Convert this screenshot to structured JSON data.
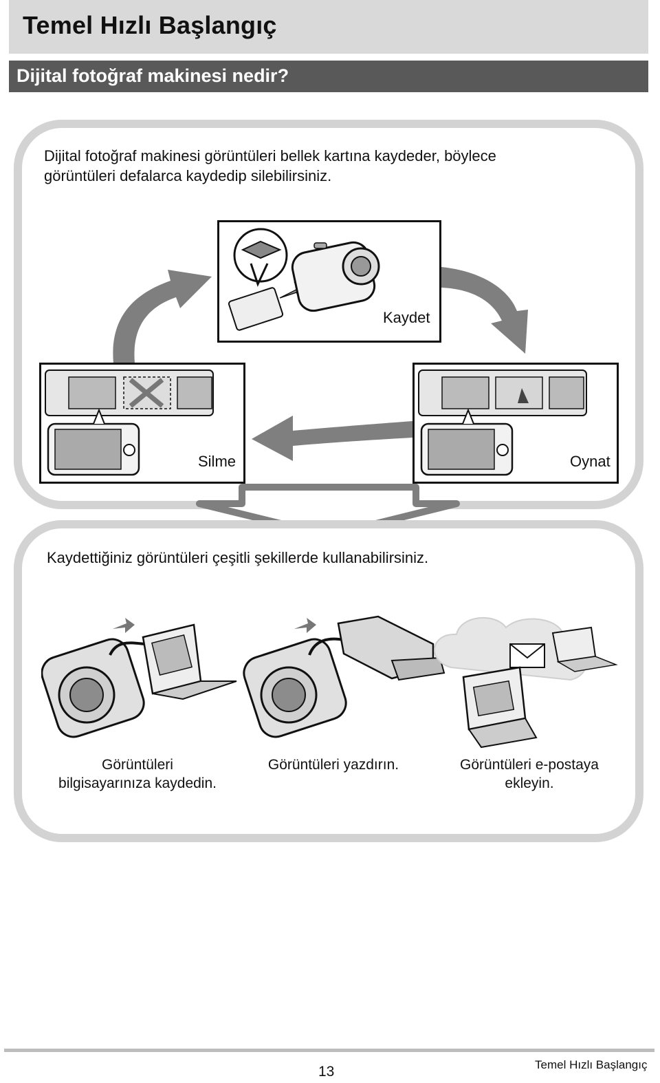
{
  "header": {
    "title": "Temel Hızlı Başlangıç",
    "section_title": "Dijital fotoğraf makinesi nedir?"
  },
  "intro": {
    "line1": "Dijital fotoğraf makinesi görüntüleri bellek kartına kaydeder, böylece",
    "line2": "görüntüleri defalarca kaydedip silebilirsiniz."
  },
  "cycle": {
    "record_label": "Kaydet",
    "delete_label": "Silme",
    "play_label": "Oynat"
  },
  "uses": {
    "intro": "Kaydettiğiniz görüntüleri çeşitli şekillerde kullanabilirsiniz.",
    "computer_line1": "Görüntüleri",
    "computer_line2": "bilgisayarınıza kaydedin.",
    "print": "Görüntüleri yazdırın.",
    "email_line1": "Görüntüleri e-postaya",
    "email_line2": "ekleyin."
  },
  "footer": {
    "page_number": "13",
    "title": "Temel Hızlı Başlangıç"
  },
  "colors": {
    "title_bar": "#d9d9d9",
    "section_bar": "#595959",
    "panel_border": "#d3d3d3",
    "arrow": "#7f7f7f"
  }
}
